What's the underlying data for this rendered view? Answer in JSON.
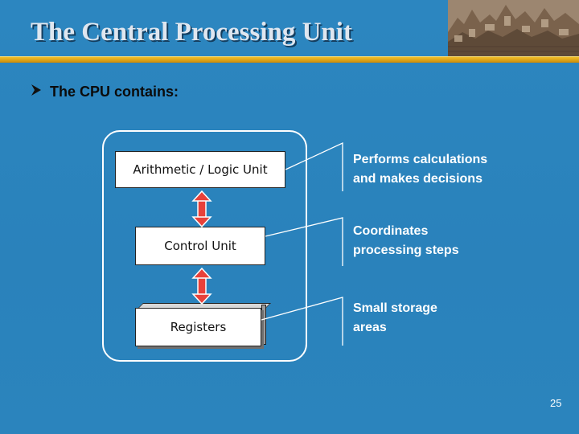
{
  "slide": {
    "title": "The Central Processing Unit",
    "bullet": "The CPU contains:",
    "components": [
      {
        "label": "Arithmetic / Logic Unit",
        "description_lines": [
          "Performs calculations",
          "and makes decisions"
        ]
      },
      {
        "label": "Control Unit",
        "description_lines": [
          "Coordinates",
          "processing steps"
        ]
      },
      {
        "label": "Registers",
        "description_lines": [
          "Small storage",
          "areas"
        ]
      }
    ],
    "page_number": "25"
  },
  "colors": {
    "background": "#2b84bd",
    "title_rule": "#e0a418",
    "arrow": "#e8413a",
    "text_light": "#ffffff"
  },
  "icons": [
    "bullet-arrow-icon",
    "double-arrow-icon",
    "decorative-photo"
  ]
}
